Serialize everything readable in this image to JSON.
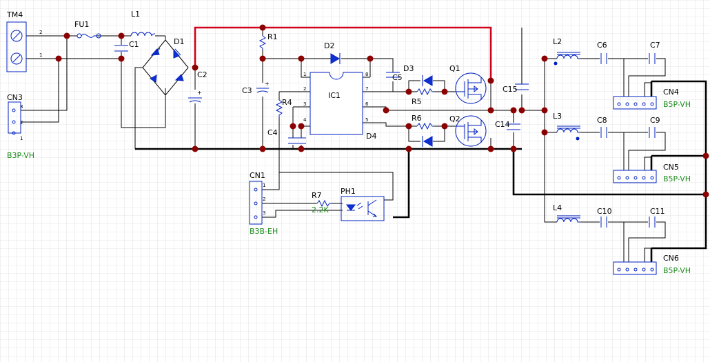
{
  "colors": {
    "background": "#ffffff",
    "grid": "#cfcfcf",
    "wire": "#000000",
    "highlight_wire": "#d0021b",
    "component": "#0020c0",
    "node": "#8b0000",
    "value_text": "#1e8c1e"
  },
  "components": {
    "tm4": "TM4",
    "fu1": "FU1",
    "l1": "L1",
    "c1": "C1",
    "d1": "D1",
    "c2": "C2",
    "r1": "R1",
    "d2": "D2",
    "c3": "C3",
    "r4": "R4",
    "c4": "C4",
    "ic1": "IC1",
    "c5": "C5",
    "d3": "D3",
    "r5": "R5",
    "q1": "Q1",
    "r6": "R6",
    "q2": "Q2",
    "d4": "D4",
    "c14": "C14",
    "c15": "C15",
    "l2": "L2",
    "l3": "L3",
    "l4": "L4",
    "c6": "C6",
    "c7": "C7",
    "c8": "C8",
    "c9": "C9",
    "c10": "C10",
    "c11": "C11",
    "cn1": "CN1",
    "cn3": "CN3",
    "cn4": "CN4",
    "cn5": "CN5",
    "cn6": "CN6",
    "r7": "R7",
    "ph1": "PH1"
  },
  "values": {
    "cn3": "B3P-VH",
    "cn1": "B3B-EH",
    "r7": "2.2K",
    "cn4": "B5P-VH",
    "cn5": "B5P-VH",
    "cn6": "B5P-VH"
  },
  "pins": {
    "tm4_2": "2",
    "tm4_1": "1",
    "cn3_3": "3",
    "cn3_2": "2",
    "cn3_1": "1",
    "cn1_1": "1",
    "cn1_2": "2",
    "cn1_3": "3",
    "ic1_1": "1",
    "ic1_2": "2",
    "ic1_3": "3",
    "ic1_4": "4",
    "ic1_5": "5",
    "ic1_6": "6",
    "ic1_7": "7",
    "ic1_8": "8"
  }
}
